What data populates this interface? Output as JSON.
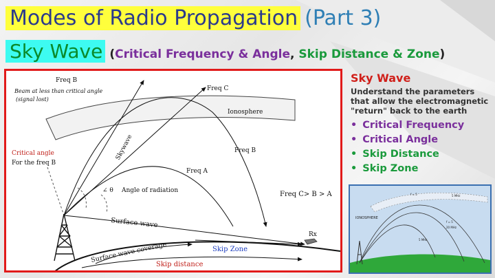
{
  "header": {
    "title_main": "Modes of Radio Propagation",
    "title_part": "(Part 3)",
    "subtitle_main": "Sky Wave",
    "sub_open": "(",
    "sub_part1": "Critical Frequency & Angle",
    "sub_comma": ", ",
    "sub_part2": "Skip Distance & Zone",
    "sub_close": ")"
  },
  "diagram": {
    "freq_b_top": "Freq B",
    "beam_note_1": "Beam at less than critical angle",
    "beam_note_2": "(signal lost)",
    "freq_c": "Freq C",
    "ionosphere": "Ionosphere",
    "skywave": "Skywave",
    "freq_b_right": "Freq B",
    "freq_a": "Freq A",
    "critical_angle": "Critical angle",
    "for_freq_b": "For the freq B",
    "angle_radiation": "Angle of radiation",
    "theta": "∠ θ",
    "freq_relation": "Freq C> B > A",
    "surface_wave": "Surface wave",
    "rx": "Rx",
    "surface_coverage": "Surface wave coverage",
    "skip_zone": "Skip Zone",
    "skip_distance": "Skip distance"
  },
  "sidebar": {
    "title": "Sky Wave",
    "description": "Understand the parameters that allow the electromagnetic \"return\" back to the earth",
    "bullet_glyph": "•",
    "items": [
      {
        "label": "Critical Frequency",
        "color": "#7a2f9c"
      },
      {
        "label": "Critical Angle",
        "color": "#7a2f9c"
      },
      {
        "label": "Skip Distance",
        "color": "#1a9a3c"
      },
      {
        "label": "Skip Zone",
        "color": "#1a9a3c"
      }
    ]
  },
  "inset": {
    "ionosphere": "IONOSPHERE",
    "f1": "f = 5",
    "f2": "f = 5",
    "mhz1": "5 MHz",
    "mhz2": "20 MHz",
    "mhz3": "5 MHz"
  },
  "colors": {
    "title_highlight": "#ffff3c",
    "subtitle_highlight": "#3dfbf1",
    "frame_red": "#e11a1a",
    "skip_zone_blue": "#1f3fbf",
    "critical_red": "#c0201a"
  }
}
